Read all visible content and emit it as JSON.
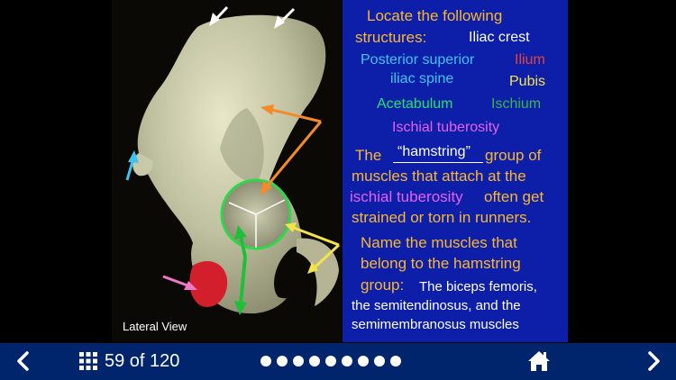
{
  "photo": {
    "caption": "Lateral View"
  },
  "panel": {
    "heading_line1": "Locate the following",
    "heading_line2": "structures:",
    "iliac_crest": "Iliac crest",
    "posterior_superior_line1": "Posterior superior",
    "posterior_superior_line2": "iliac spine",
    "ilium": "Ilium",
    "pubis": "Pubis",
    "acetabulum": "Acetabulum",
    "ischium": "Ischium",
    "ischial_tuberosity": "Ischial tuberosity",
    "hamstring_the": "The",
    "hamstring_word": "“hamstring”",
    "hamstring_group_of": "group of",
    "line_muscles_attach": "muscles that attach at the",
    "line_ischial_tuberosity": "ischial tuberosity",
    "line_often_get": "often get",
    "line_strained": "strained or torn in runners.",
    "question_line1": "Name the muscles that",
    "question_line2": "belong to the hamstring",
    "question_line3": "group:",
    "answer_line1": "The biceps femoris,",
    "answer_line2": "the semitendinosus, and the",
    "answer_line3": "semimembranosus muscles"
  },
  "nav": {
    "counter": "59 of 120",
    "dot_count": 9,
    "prev_icon": "chevron-left-icon",
    "next_icon": "chevron-right-icon",
    "grid_icon": "grid-icon",
    "home_icon": "home-icon"
  },
  "colors": {
    "panel_bg": "#0d1fa9",
    "navbar_bg": "#01256d",
    "orange_text": "#f8b733",
    "cyan_text": "#3fc4f2",
    "red_text": "#e5433b",
    "yellow_text": "#f4e44a",
    "green_text": "#1fe36a",
    "dark_green_text": "#39b54a",
    "pink_text": "#e860f0"
  }
}
